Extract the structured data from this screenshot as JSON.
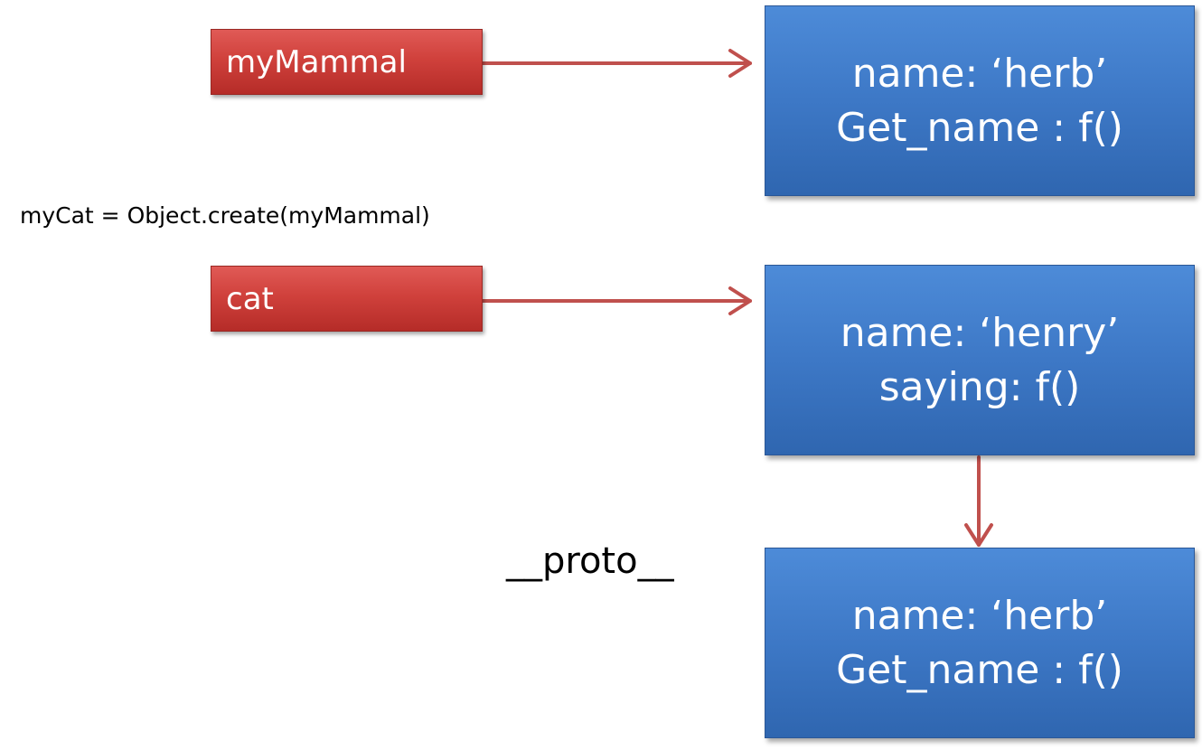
{
  "references": {
    "my_mammal": "myMammal",
    "cat": "cat"
  },
  "objects": {
    "mammal": {
      "line1": "name: ‘herb’",
      "line2": "Get_name : f()"
    },
    "cat_object": {
      "line1": "name: ‘henry’",
      "line2": "saying: f()"
    },
    "prototype": {
      "line1": "name: ‘herb’",
      "line2": "Get_name : f()"
    }
  },
  "code_statement": "myCat = Object.create(myMammal)",
  "proto_label": "__proto__",
  "colors": {
    "reference_box": "#d0413c",
    "object_box": "#3d78c6",
    "arrow": "#c0504d"
  }
}
